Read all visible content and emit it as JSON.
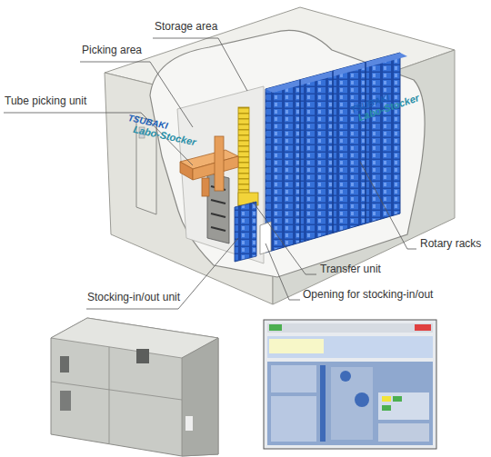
{
  "diagram": {
    "labels": [
      "Storage area",
      "Picking area",
      "Tube picking unit",
      "Rotary racks",
      "Transfer unit",
      "Stocking-in/out unit",
      "Opening for stocking-in/out",
      "TSUBAKI",
      "Labo-Stocker",
      "TSUBAKI",
      "Labo-Stocker"
    ]
  }
}
